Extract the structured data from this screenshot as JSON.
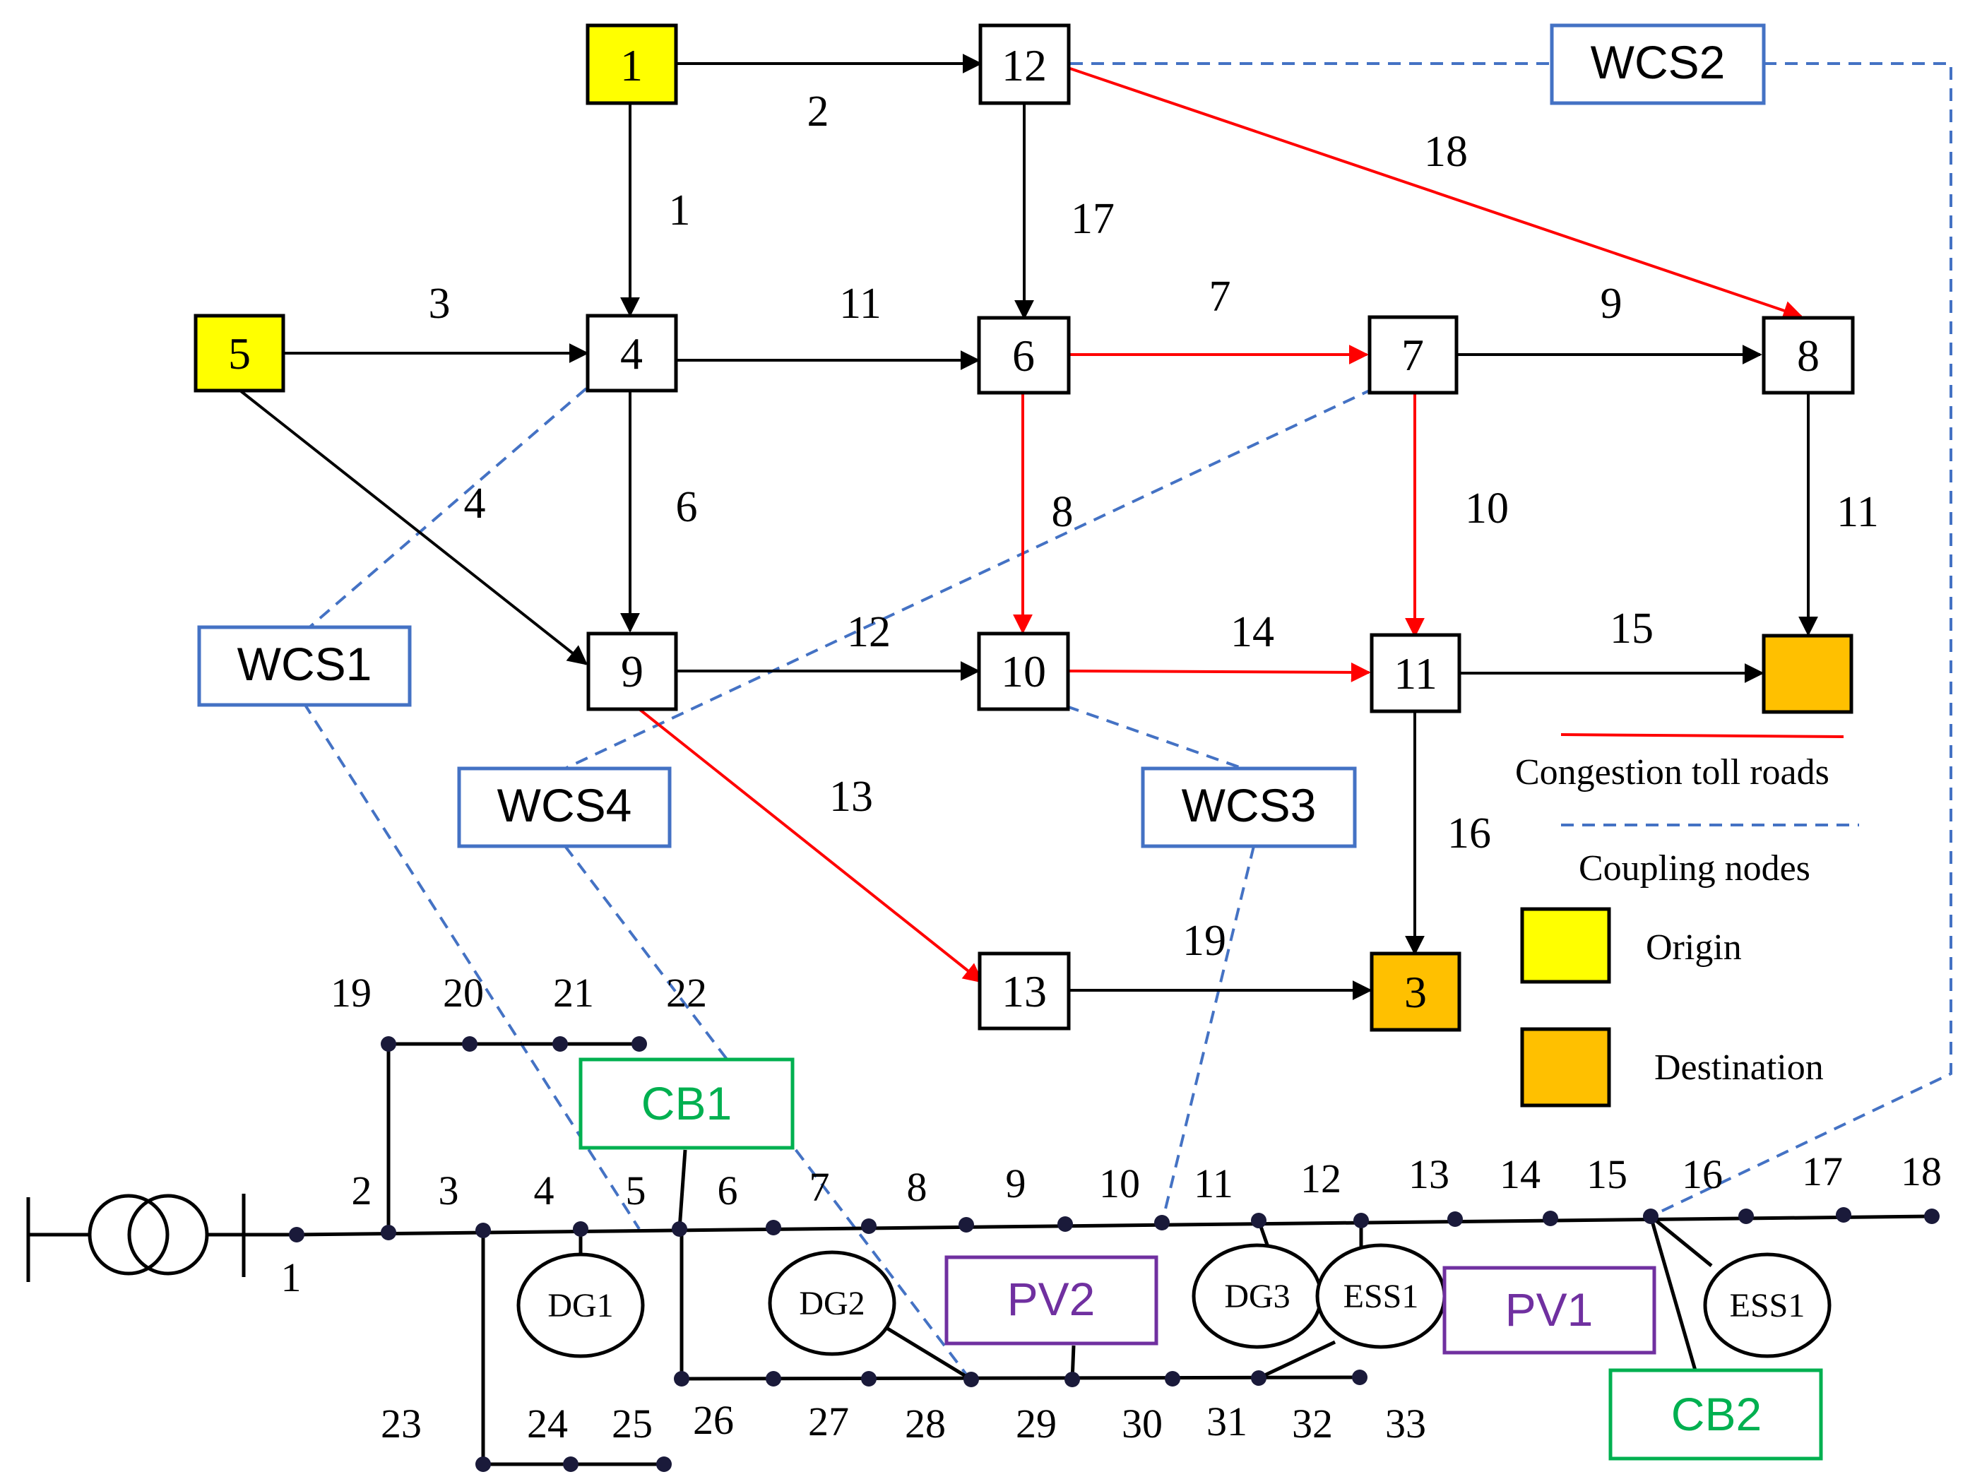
{
  "traffic_network": {
    "nodes": [
      {
        "id": "1",
        "kind": "origin"
      },
      {
        "id": "12",
        "kind": "normal"
      },
      {
        "id": "5",
        "kind": "origin"
      },
      {
        "id": "4",
        "kind": "normal"
      },
      {
        "id": "6",
        "kind": "normal"
      },
      {
        "id": "7",
        "kind": "normal"
      },
      {
        "id": "8",
        "kind": "normal"
      },
      {
        "id": "9",
        "kind": "normal"
      },
      {
        "id": "10",
        "kind": "normal"
      },
      {
        "id": "11",
        "kind": "normal"
      },
      {
        "id": "",
        "kind": "destination"
      },
      {
        "id": "13",
        "kind": "normal"
      },
      {
        "id": "3",
        "kind": "destination"
      }
    ],
    "roads": [
      {
        "label": "1",
        "from": "1",
        "to": "4",
        "toll": false
      },
      {
        "label": "2",
        "from": "1",
        "to": "12",
        "toll": false
      },
      {
        "label": "3",
        "from": "5",
        "to": "4",
        "toll": false
      },
      {
        "label": "4",
        "from": "5",
        "to": "9",
        "toll": false
      },
      {
        "label": "6",
        "from": "4",
        "to": "9",
        "toll": false
      },
      {
        "label": "7",
        "from": "6",
        "to": "7",
        "toll": true
      },
      {
        "label": "8",
        "from": "6",
        "to": "10",
        "toll": true
      },
      {
        "label": "9",
        "from": "7",
        "to": "8",
        "toll": false
      },
      {
        "label": "10",
        "from": "7",
        "to": "11",
        "toll": true
      },
      {
        "label": "11",
        "from": "4",
        "to": "6",
        "toll": false
      },
      {
        "label": "11",
        "from": "8",
        "to": "D",
        "toll": false
      },
      {
        "label": "12",
        "from": "9",
        "to": "10",
        "toll": false
      },
      {
        "label": "13",
        "from": "9",
        "to": "13",
        "toll": true
      },
      {
        "label": "14",
        "from": "10",
        "to": "11",
        "toll": true
      },
      {
        "label": "15",
        "from": "11",
        "to": "D",
        "toll": false
      },
      {
        "label": "16",
        "from": "11",
        "to": "3",
        "toll": false
      },
      {
        "label": "17",
        "from": "12",
        "to": "6",
        "toll": false
      },
      {
        "label": "18",
        "from": "12",
        "to": "8",
        "toll": true
      },
      {
        "label": "19",
        "from": "13",
        "to": "3",
        "toll": false
      }
    ]
  },
  "charging_stations": [
    "WCS1",
    "WCS2",
    "WCS3",
    "WCS4"
  ],
  "capacitor_banks": [
    "CB1",
    "CB2"
  ],
  "pv_units": [
    "PV1",
    "PV2"
  ],
  "generators": [
    "DG1",
    "DG2",
    "DG3"
  ],
  "storage": [
    "ESS1",
    "ESS1"
  ],
  "distribution_network": {
    "bus_labels": [
      "1",
      "2",
      "3",
      "4",
      "5",
      "6",
      "7",
      "8",
      "9",
      "10",
      "11",
      "12",
      "13",
      "14",
      "15",
      "16",
      "17",
      "18",
      "19",
      "20",
      "21",
      "22",
      "23",
      "24",
      "25",
      "26",
      "27",
      "28",
      "29",
      "30",
      "31",
      "32",
      "33"
    ]
  },
  "legend": {
    "toll_roads": "Congestion toll roads",
    "coupling": "Coupling nodes",
    "origin": "Origin",
    "destination": "Destination"
  },
  "colors": {
    "origin": "#ffff00",
    "destination": "#ffc000",
    "toll_road": "#ff0000",
    "coupling_line": "#4472c4",
    "wcs_box": "#4472c4",
    "cb_box": "#00b050",
    "pv_box": "#7030a0",
    "bus_dot": "#1a1a3a"
  }
}
